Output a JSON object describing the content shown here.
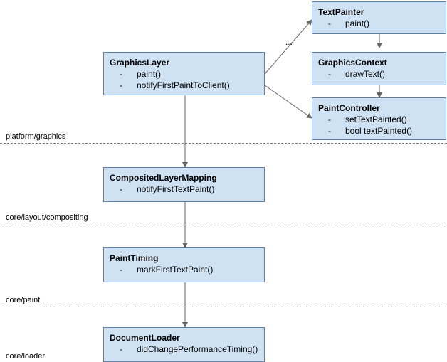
{
  "boxes": {
    "graphics_layer": {
      "title": "GraphicsLayer",
      "items": [
        "paint()",
        "notifyFirstPaintToClient()"
      ]
    },
    "text_painter": {
      "title": "TextPainter",
      "items": [
        "paint()"
      ]
    },
    "graphics_context": {
      "title": "GraphicsContext",
      "items": [
        "drawText()"
      ]
    },
    "paint_controller": {
      "title": "PaintController",
      "items": [
        "setTextPainted()",
        "bool textPainted()"
      ]
    },
    "composited_layer_mapping": {
      "title": "CompositedLayerMapping",
      "items": [
        "notifyFirstTextPaint()"
      ]
    },
    "paint_timing": {
      "title": "PaintTiming",
      "items": [
        "markFirstTextPaint()"
      ]
    },
    "document_loader": {
      "title": "DocumentLoader",
      "items": [
        "didChangePerformanceTiming()"
      ]
    }
  },
  "layers": [
    "platform/graphics",
    "core/layout/compositing",
    "core/paint",
    "core/loader"
  ],
  "ellipsis": "...",
  "dash": "-"
}
